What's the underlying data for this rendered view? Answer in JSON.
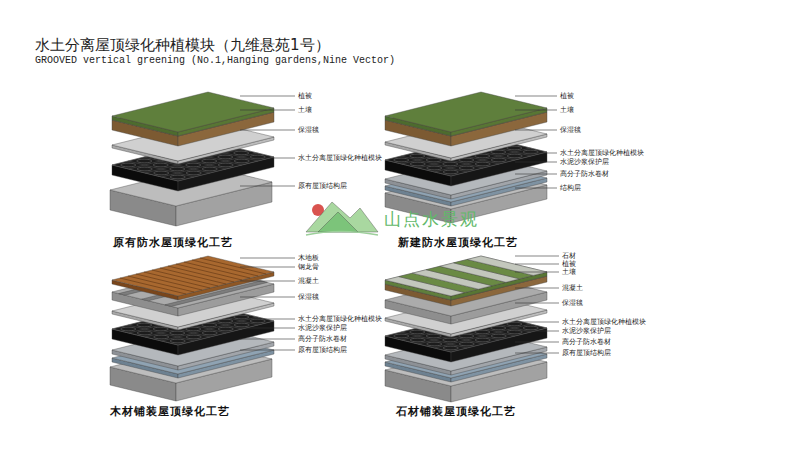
{
  "diagram": {
    "title": "水土分离屋顶绿化种植模块（九维悬苑1号）",
    "labels": [
      "GROOVED vertical greening (No.1,Hanging gardens,Nine Vector)",
      "植被",
      "土壤",
      "保湿毯",
      "水土分离屋顶绿化种植模块",
      "原有屋顶结构层",
      "植被",
      "土壤",
      "保湿毯",
      "水土分离屋顶绿化种植模块",
      "水泥沙浆保护层",
      "高分子防水卷材",
      "结构层",
      "原有防水屋顶绿化工艺",
      "山点水景观",
      "新建防水屋顶绿化工艺",
      "木地板",
      "钢龙骨",
      "混凝土",
      "保湿毯",
      "水土分离屋顶绿化种植模块",
      "水泥沙浆保护层",
      "高分子防水卷材",
      "原有屋顶结构层",
      "石材",
      "植被",
      "土壤",
      "混凝土",
      "保湿毯",
      "水土分离屋顶绿化种植模块",
      "水泥沙浆保护层",
      "高分子防水卷材",
      "原有屋顶结构层",
      "木材铺装屋顶绿化工艺",
      "石材铺装屋顶绿化工艺"
    ]
  }
}
